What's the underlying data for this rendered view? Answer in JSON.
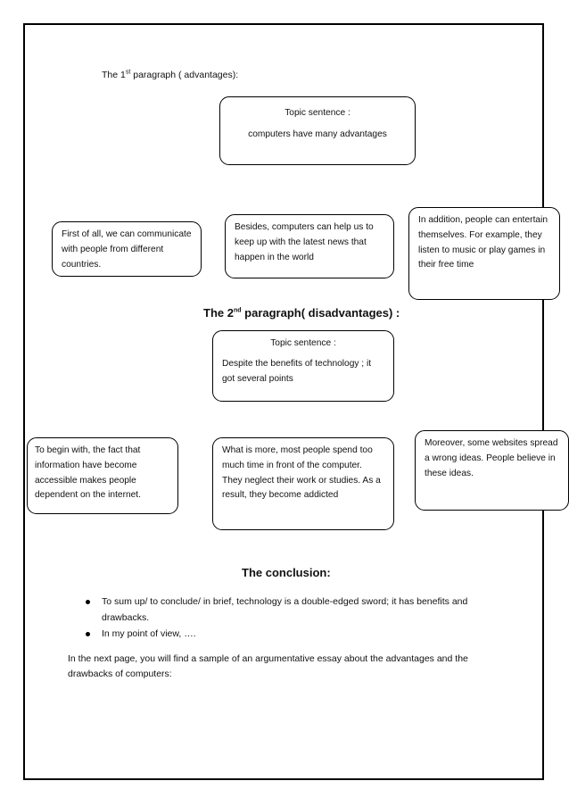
{
  "para1_heading": {
    "prefix": "The 1",
    "sup": "st",
    "suffix": " paragraph ( advantages):"
  },
  "topic1": {
    "title": "Topic  sentence :",
    "text": "computers have many advantages"
  },
  "adv_boxes": [
    "First of all, we  can communicate with people from different countries.",
    "Besides, computers can help us to keep up with the latest news that happen in the world",
    "In addition, people can entertain themselves. For example, they listen to music or play games in their free time"
  ],
  "para2_heading": {
    "prefix": "The 2",
    "sup": "nd",
    "suffix": " paragraph( disadvantages) :"
  },
  "topic2": {
    "title": "Topic sentence :",
    "text": "Despite the benefits of technology ; it got several points"
  },
  "dis_boxes": [
    "To begin with, the fact that information have become accessible makes people dependent on the internet.",
    "What is more, most people spend too much time in front of the computer. They neglect their work or studies. As a result, they become addicted",
    "Moreover, some websites spread a wrong ideas. People believe in these ideas."
  ],
  "conclusion": {
    "heading": "The conclusion:",
    "bullets": [
      "To sum up/ to conclude/ in brief, technology is a double-edged sword; it has benefits and drawbacks.",
      "In my point of view, …."
    ],
    "closing": "In the next page, you will find a sample of an argumentative essay about the advantages and the drawbacks of computers:"
  }
}
